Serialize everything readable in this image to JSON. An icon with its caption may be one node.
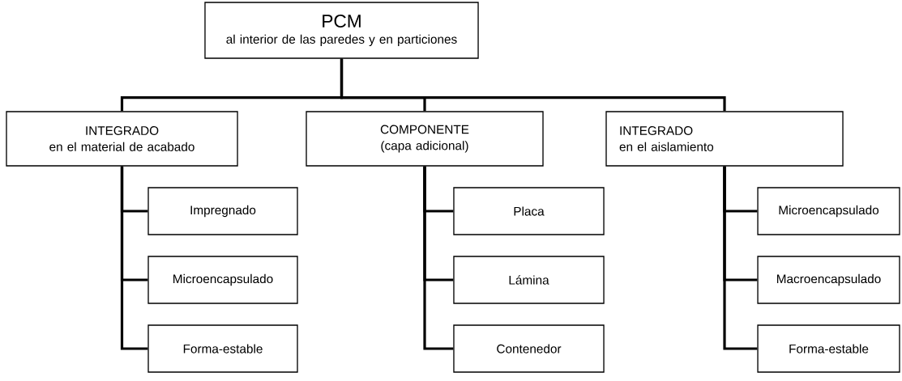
{
  "diagram": {
    "nodes": [
      {
        "text": [
          "PCM",
          "al interior de las paredes y en particiones"
        ]
      },
      {
        "text": [
          "INTEGRADO",
          "en el material de acabado"
        ]
      },
      {
        "text": [
          "Impregnado"
        ]
      },
      {
        "text": [
          "Microencapsulado"
        ]
      },
      {
        "text": [
          "Forma-estable"
        ]
      },
      {
        "text": [
          "COMPONENTE",
          "(capa adicional)"
        ]
      },
      {
        "text": [
          "Placa"
        ]
      },
      {
        "text": [
          "Lámina"
        ]
      },
      {
        "text": [
          "Contenedor"
        ]
      },
      {
        "text": [
          "INTEGRADO",
          "en el aislamiento"
        ]
      },
      {
        "text": [
          "Microencapsulado"
        ]
      },
      {
        "text": [
          "Macroencapsulado"
        ]
      },
      {
        "text": [
          "Forma-estable"
        ]
      }
    ],
    "edges": [
      {
        "from": 0,
        "to": 1,
        "arrow": "none"
      },
      {
        "from": 0,
        "to": 5,
        "arrow": "none"
      },
      {
        "from": 0,
        "to": 9,
        "arrow": "none"
      },
      {
        "from": 1,
        "to": 2,
        "arrow": "none"
      },
      {
        "from": 1,
        "to": 3,
        "arrow": "none"
      },
      {
        "from": 1,
        "to": 4,
        "arrow": "none"
      },
      {
        "from": 5,
        "to": 6,
        "arrow": "none"
      },
      {
        "from": 5,
        "to": 7,
        "arrow": "none"
      },
      {
        "from": 5,
        "to": 8,
        "arrow": "none"
      },
      {
        "from": 9,
        "to": 10,
        "arrow": "none"
      },
      {
        "from": 9,
        "to": 11,
        "arrow": "none"
      },
      {
        "from": 9,
        "to": 12,
        "arrow": "none"
      }
    ]
  }
}
